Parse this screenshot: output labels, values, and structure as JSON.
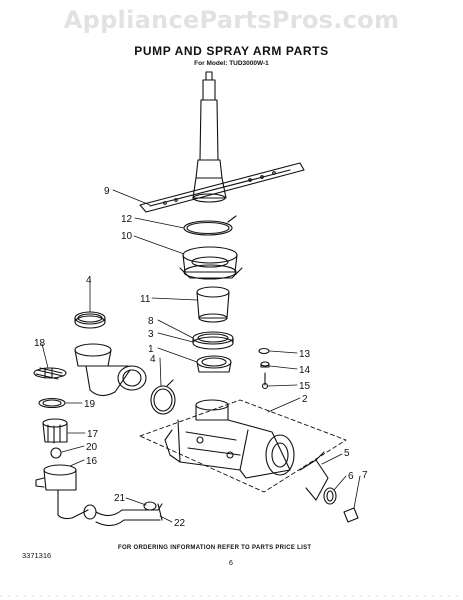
{
  "watermark": "AppliancePartsPros.com",
  "title": "PUMP AND SPRAY ARM PARTS",
  "subtitle": "For Model: TUD3000W-1",
  "callouts": {
    "c9": "9",
    "c12": "12",
    "c10": "10",
    "c4a": "4",
    "c11": "11",
    "c8": "8",
    "c3": "3",
    "c18": "18",
    "c1": "1",
    "c4b": "4",
    "c13": "13",
    "c14": "14",
    "c15": "15",
    "c2": "2",
    "c19": "19",
    "c17": "17",
    "c20": "20",
    "c16": "16",
    "c5": "5",
    "c6": "6",
    "c7": "7",
    "c21": "21",
    "c22": "22"
  },
  "part_number": "3371316",
  "ordering_info": "FOR ORDERING INFORMATION REFER TO PARTS PRICE LIST",
  "page_number": "6"
}
